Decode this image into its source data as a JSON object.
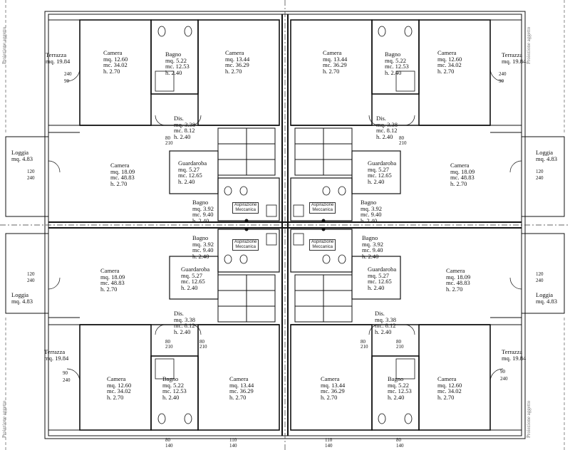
{
  "rooms": {
    "tl_terrazza": {
      "name": "Terrazza",
      "l1": "mq. 19.84"
    },
    "tl_camera": {
      "name": "Camera",
      "l1": "mq. 12.60",
      "l2": "mc. 34.02",
      "l3": "h. 2.70"
    },
    "tl_bagno": {
      "name": "Bagno",
      "l1": "mq. 5.22",
      "l2": "mc. 12.53",
      "l3": "h. 2.40"
    },
    "tl_camera2": {
      "name": "Camera",
      "l1": "mq. 13.44",
      "l2": "mc. 36.29",
      "l3": "h. 2.70"
    },
    "tl_dis": {
      "name": "Dis.",
      "l1": "mq. 3.38",
      "l2": "mc. 8.12",
      "l3": "h. 2.40"
    },
    "tl_loggia": {
      "name": "Loggia",
      "l1": "mq. 4.83"
    },
    "tl_camera3": {
      "name": "Camera",
      "l1": "mq. 18.09",
      "l2": "mc. 48.83",
      "l3": "h. 2.70"
    },
    "tl_guardaroba": {
      "name": "Guardaroba",
      "l1": "mq. 5.27",
      "l2": "mc. 12.65",
      "l3": "h. 2.40"
    },
    "tl_bagno2": {
      "name": "Bagno",
      "l1": "mq. 3.92",
      "l2": "mc. 9.40",
      "l3": "h. 2.40"
    },
    "tr_camera2": {
      "name": "Camera",
      "l1": "mq. 13.44",
      "l2": "mc. 36.29",
      "l3": "h. 2.70"
    },
    "tr_bagno": {
      "name": "Bagno",
      "l1": "mq. 5.22",
      "l2": "mc. 12.53",
      "l3": "h. 2.40"
    },
    "tr_camera": {
      "name": "Camera",
      "l1": "mq. 12.60",
      "l2": "mc. 34.02",
      "l3": "h. 2.70"
    },
    "tr_terrazza": {
      "name": "Terrazza",
      "l1": "mq. 19.84"
    },
    "tr_dis": {
      "name": "Dis.",
      "l1": "mq. 3.38",
      "l2": "mc. 8.12",
      "l3": "h. 2.40"
    },
    "tr_guardaroba": {
      "name": "Guardaroba",
      "l1": "mq. 5.27",
      "l2": "mc. 12.65",
      "l3": "h. 2.40"
    },
    "tr_camera3": {
      "name": "Camera",
      "l1": "mq. 18.09",
      "l2": "mc. 48.83",
      "l3": "h. 2.70"
    },
    "tr_loggia": {
      "name": "Loggia",
      "l1": "mq. 4.83"
    },
    "tr_bagno2": {
      "name": "Bagno",
      "l1": "mq. 3.92",
      "l2": "mc. 9.40",
      "l3": "h. 2.40"
    },
    "bl_bagno2": {
      "name": "Bagno",
      "l1": "mq. 3.92",
      "l2": "mc. 9.40",
      "l3": "h. 2.40"
    },
    "bl_camera3": {
      "name": "Camera",
      "l1": "mq. 18.09",
      "l2": "mc. 48.83",
      "l3": "h. 2.70"
    },
    "bl_guardaroba": {
      "name": "Guardaroba",
      "l1": "mq. 5.27",
      "l2": "mc. 12.65",
      "l3": "h. 2.40"
    },
    "bl_loggia": {
      "name": "Loggia",
      "l1": "mq. 4.83"
    },
    "bl_dis": {
      "name": "Dis.",
      "l1": "mq. 3.38",
      "l2": "mc. 8.12",
      "l3": "h. 2.40"
    },
    "bl_terrazza": {
      "name": "Terrazza",
      "l1": "mq. 19.84"
    },
    "bl_camera": {
      "name": "Camera",
      "l1": "mq. 12.60",
      "l2": "mc. 34.02",
      "l3": "h. 2.70"
    },
    "bl_bagno": {
      "name": "Bagno",
      "l1": "mq. 5.22",
      "l2": "mc. 12.53",
      "l3": "h. 2.40"
    },
    "bl_camera2": {
      "name": "Camera",
      "l1": "mq. 13.44",
      "l2": "mc. 36.29",
      "l3": "h. 2.70"
    },
    "br_bagno2": {
      "name": "Bagno",
      "l1": "mq. 3.92",
      "l2": "mc. 9.40",
      "l3": "h. 2.40"
    },
    "br_guardaroba": {
      "name": "Guardaroba",
      "l1": "mq. 5.27",
      "l2": "mc. 12.65",
      "l3": "h. 2.40"
    },
    "br_camera3": {
      "name": "Camera",
      "l1": "mq. 18.09",
      "l2": "mc. 48.83",
      "l3": "h. 2.70"
    },
    "br_loggia": {
      "name": "Loggia",
      "l1": "mq. 4.83"
    },
    "br_dis": {
      "name": "Dis.",
      "l1": "mq. 3.38",
      "l2": "mc. 8.12",
      "l3": "h. 2.40"
    },
    "br_camera2": {
      "name": "Camera",
      "l1": "mq. 13.44",
      "l2": "mc. 36.29",
      "l3": "h. 2.70"
    },
    "br_bagno": {
      "name": "Bagno",
      "l1": "mq. 5.22",
      "l2": "mc. 12.53",
      "l3": "h. 2.40"
    },
    "br_camera": {
      "name": "Camera",
      "l1": "mq. 12.60",
      "l2": "mc. 34.02",
      "l3": "h. 2.70"
    },
    "br_terrazza": {
      "name": "Terrazza",
      "l1": "mq. 19.84"
    }
  },
  "dims": {
    "d240": "240",
    "d90": "90",
    "d120": "120",
    "d80": "80",
    "d210": "210",
    "d110": "110",
    "d140": "140"
  },
  "annotations": {
    "aspirazione_line1": "Aspirazione",
    "aspirazione_line2": "Meccanica",
    "projection": "Proiezione aggetto"
  }
}
